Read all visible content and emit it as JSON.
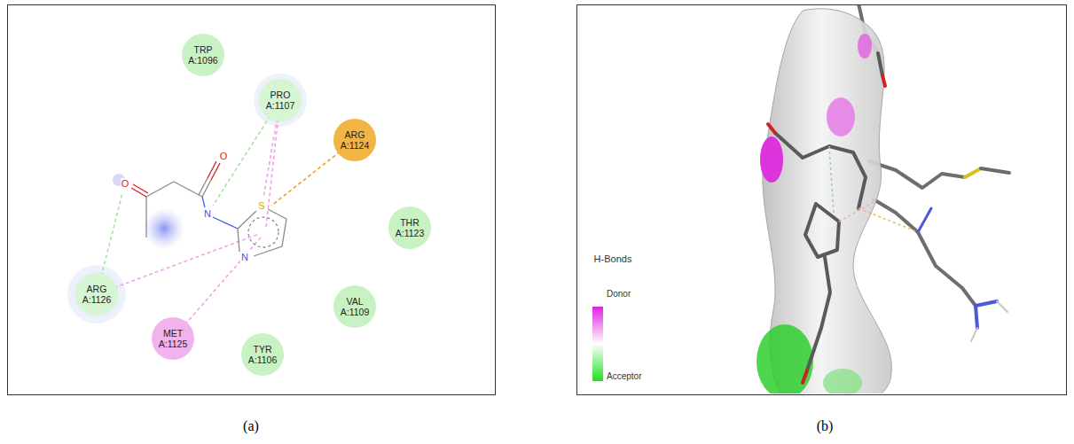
{
  "diagram": {
    "nodes": [
      {
        "text": [
          "TRP A:1096"
        ]
      },
      {
        "text": [
          "PRO A:1107"
        ]
      },
      {
        "text": [
          "ARG A:1124"
        ]
      },
      {
        "text": [
          "THR A:1123"
        ]
      },
      {
        "text": [
          "ARG A:1126"
        ]
      },
      {
        "text": [
          "VAL A:1109"
        ]
      },
      {
        "text": [
          "MET A:1125"
        ]
      },
      {
        "text": [
          "TYR A:1106"
        ]
      }
    ],
    "labels": [
      "O",
      "O",
      "N",
      "S",
      "N",
      "H-Bonds",
      "(a)",
      "(b)"
    ],
    "legend": [
      {
        "text": "Donor",
        "color": "#e020e0"
      },
      {
        "text": "Acceptor",
        "color": "#20e020"
      }
    ]
  }
}
